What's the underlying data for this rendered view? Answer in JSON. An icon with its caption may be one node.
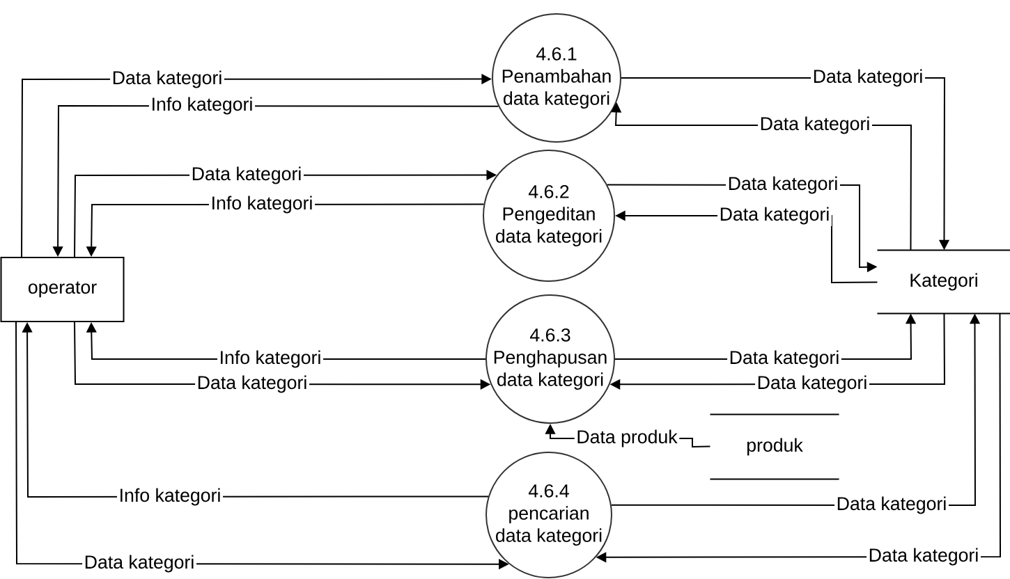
{
  "diagram": {
    "nodes": [
      {
        "text": [
          "operator"
        ]
      },
      {
        "text": [
          "4.6.1",
          "Penambahan data kategori"
        ]
      },
      {
        "text": [
          "4.6.2",
          "Pengeditan data kategori"
        ]
      },
      {
        "text": [
          "4.6.3",
          "Penghapusan data kategori"
        ]
      },
      {
        "text": [
          "4.6.4",
          "pencarian data kategori"
        ]
      },
      {
        "text": [
          "Kategori"
        ]
      },
      {
        "text": [
          "produk"
        ]
      }
    ],
    "edges": [
      {
        "from": 0,
        "to": 1,
        "arrow": "to",
        "label": "Data kategori"
      },
      {
        "from": 1,
        "to": 0,
        "arrow": "to",
        "label": "Info kategori"
      },
      {
        "from": 0,
        "to": 2,
        "arrow": "to",
        "label": "Data kategori"
      },
      {
        "from": 2,
        "to": 0,
        "arrow": "to",
        "label": "Info kategori"
      },
      {
        "from": 1,
        "to": 5,
        "arrow": "to",
        "label": "Data kategori"
      },
      {
        "from": 5,
        "to": 1,
        "arrow": "to",
        "label": "Data kategori"
      },
      {
        "from": 2,
        "to": 5,
        "arrow": "to",
        "label": "Data kategori"
      },
      {
        "from": 5,
        "to": 2,
        "arrow": "to",
        "label": "Data kategori"
      },
      {
        "from": 3,
        "to": 5,
        "arrow": "to",
        "label": "Data kategori"
      },
      {
        "from": 5,
        "to": 3,
        "arrow": "to",
        "label": "Data kategori"
      },
      {
        "from": 3,
        "to": 0,
        "arrow": "to",
        "label": "Info kategori"
      },
      {
        "from": 0,
        "to": 3,
        "arrow": "to",
        "label": "Data kategori"
      },
      {
        "from": 6,
        "to": 3,
        "arrow": "to",
        "label": "Data produk"
      },
      {
        "from": 4,
        "to": 5,
        "arrow": "to",
        "label": "Data kategori"
      },
      {
        "from": 5,
        "to": 4,
        "arrow": "to",
        "label": "Data kategori"
      },
      {
        "from": 4,
        "to": 0,
        "arrow": "to",
        "label": "Info kategori"
      },
      {
        "from": 0,
        "to": 4,
        "arrow": "to",
        "label": "Data kategori"
      }
    ]
  }
}
